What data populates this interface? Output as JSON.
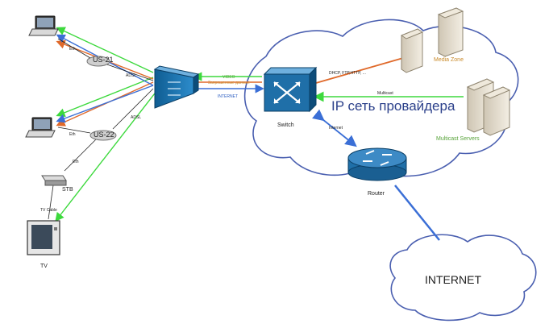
{
  "nodes": {
    "switch": "Switch",
    "router": "Router",
    "media_zone": "Media Zone",
    "multicast_servers": "Multicast Servers",
    "stb": "STB",
    "tv": "TV",
    "internet_cloud": "INTERNET",
    "provider_network": "IP сеть провайдера",
    "us21": "US-21",
    "us22": "US-22"
  },
  "links": {
    "eth_1": "Eth",
    "eth_2": "Eth",
    "eth_3": "Eth",
    "adsl_1": "ADSL",
    "adsl_2": "ADSL",
    "tv_cable": "TV Cable",
    "video": "VIDEO",
    "pay_data": "Запрошенные данные",
    "internet_link": "INTERNET",
    "dhcp": "DHCP, FTP,HTTP, ...",
    "multicast": "Multicast",
    "internet_router": "Internet"
  },
  "colors": {
    "green": "#3dd93d",
    "orange": "#e0692a",
    "blue": "#3b6fd6",
    "device_blue": "#1f6fa8",
    "cloud_stroke": "#4a5fb0"
  }
}
